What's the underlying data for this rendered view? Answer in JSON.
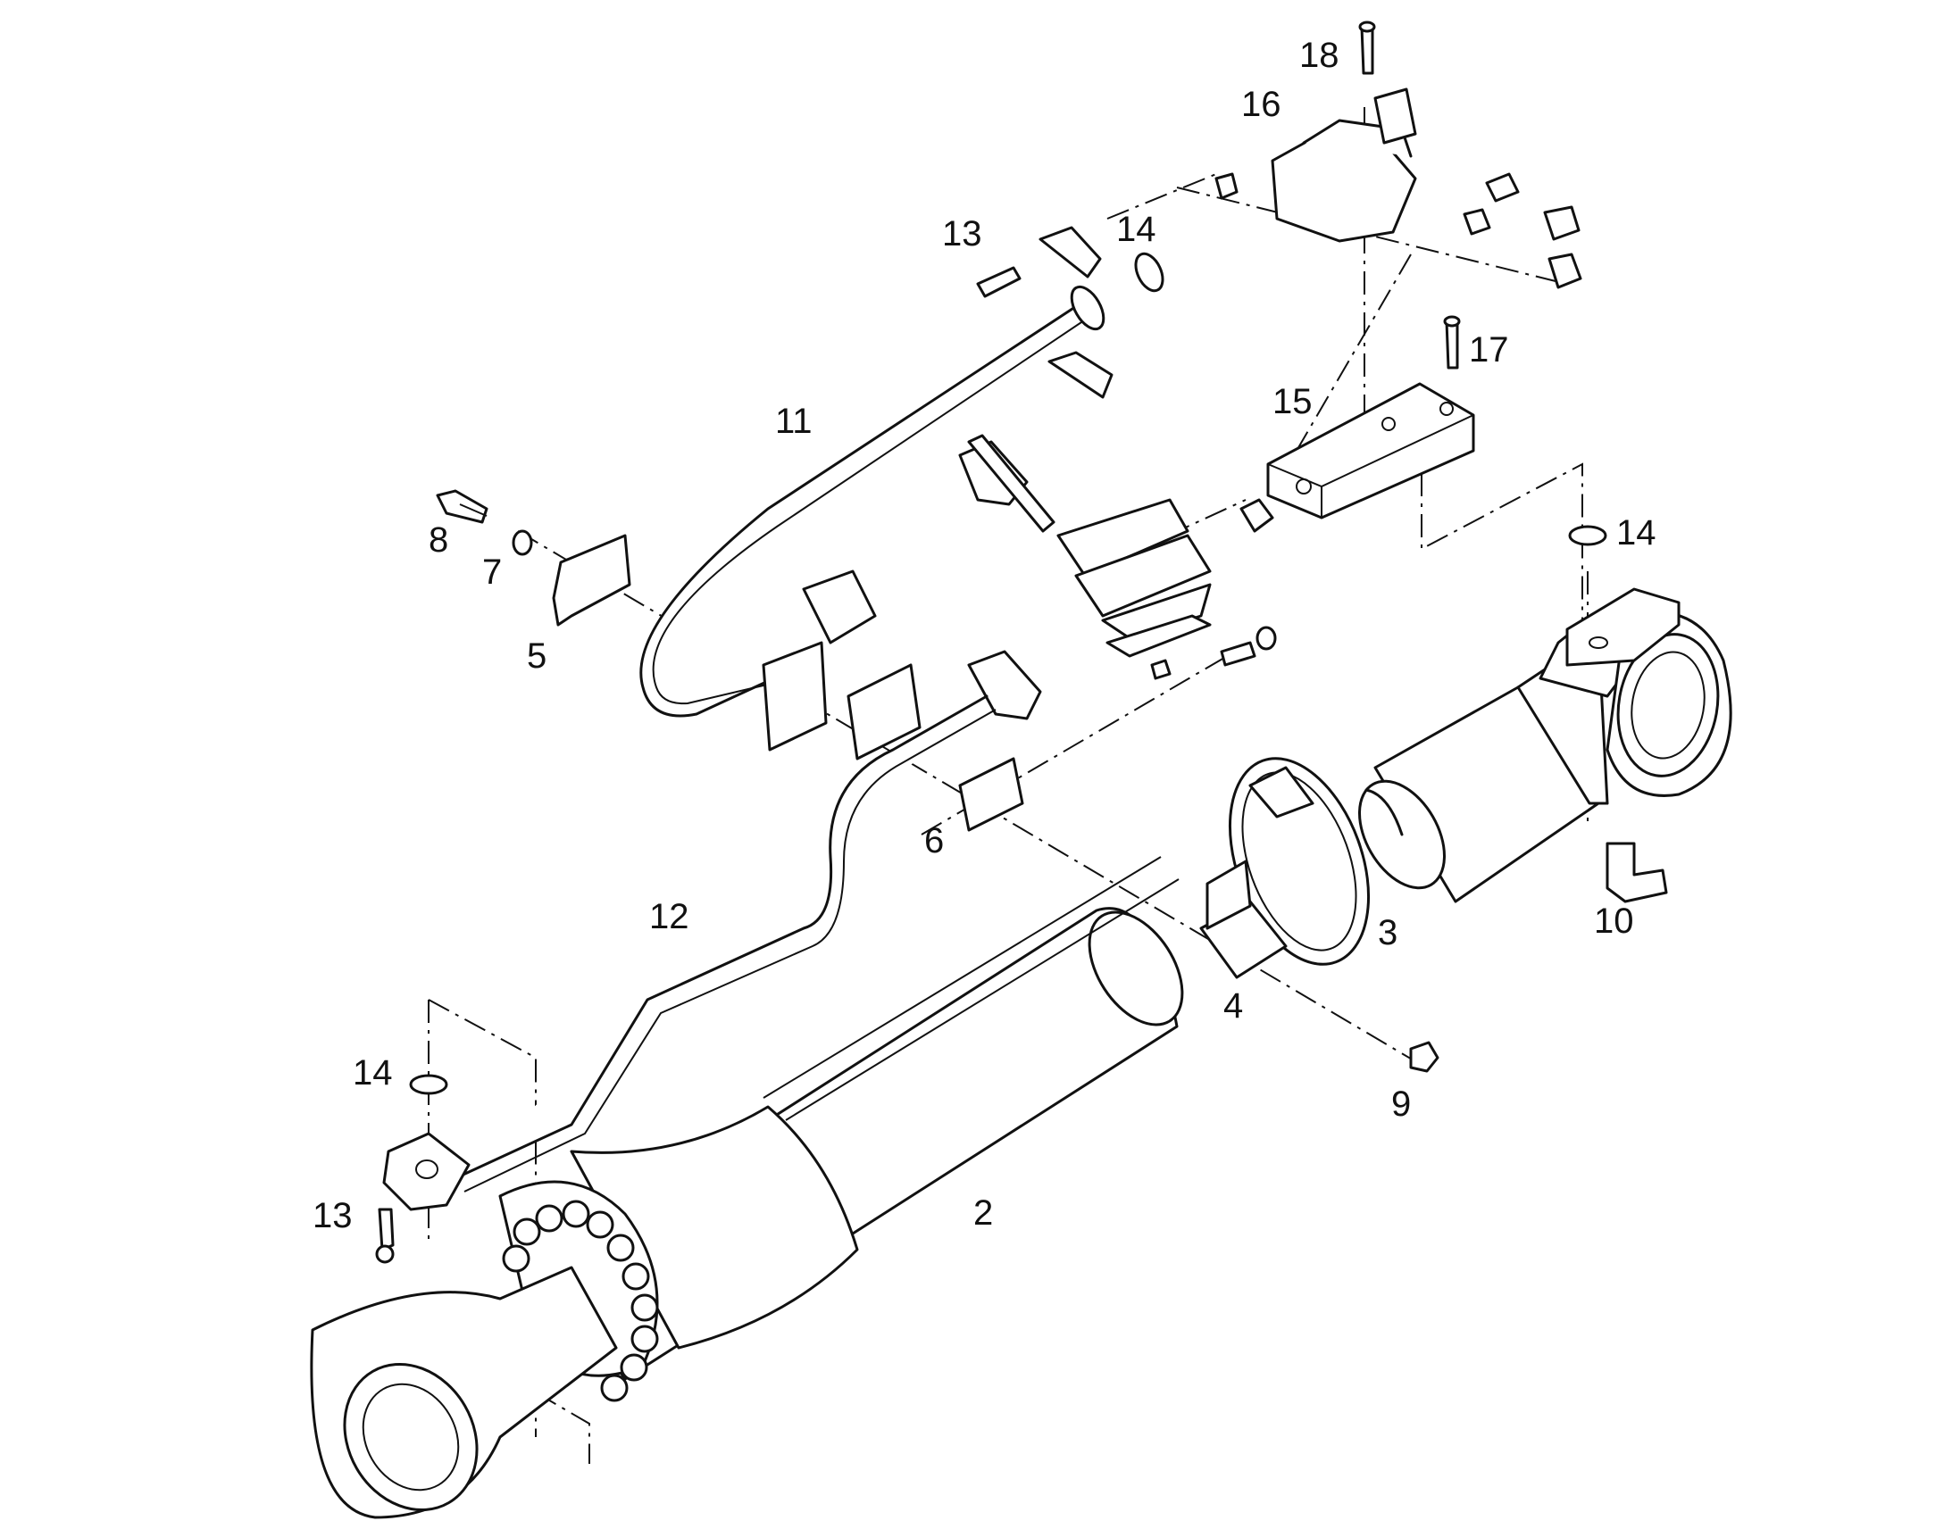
{
  "callouts": {
    "c2": "2",
    "c3": "3",
    "c4": "4",
    "c5": "5",
    "c6": "6",
    "c7": "7",
    "c8": "8",
    "c9": "9",
    "c10": "10",
    "c11": "11",
    "c12": "12",
    "c13a": "13",
    "c13b": "13",
    "c14a": "14",
    "c14b": "14",
    "c14c": "14",
    "c15": "15",
    "c16": "16",
    "c17": "17",
    "c18": "18"
  }
}
